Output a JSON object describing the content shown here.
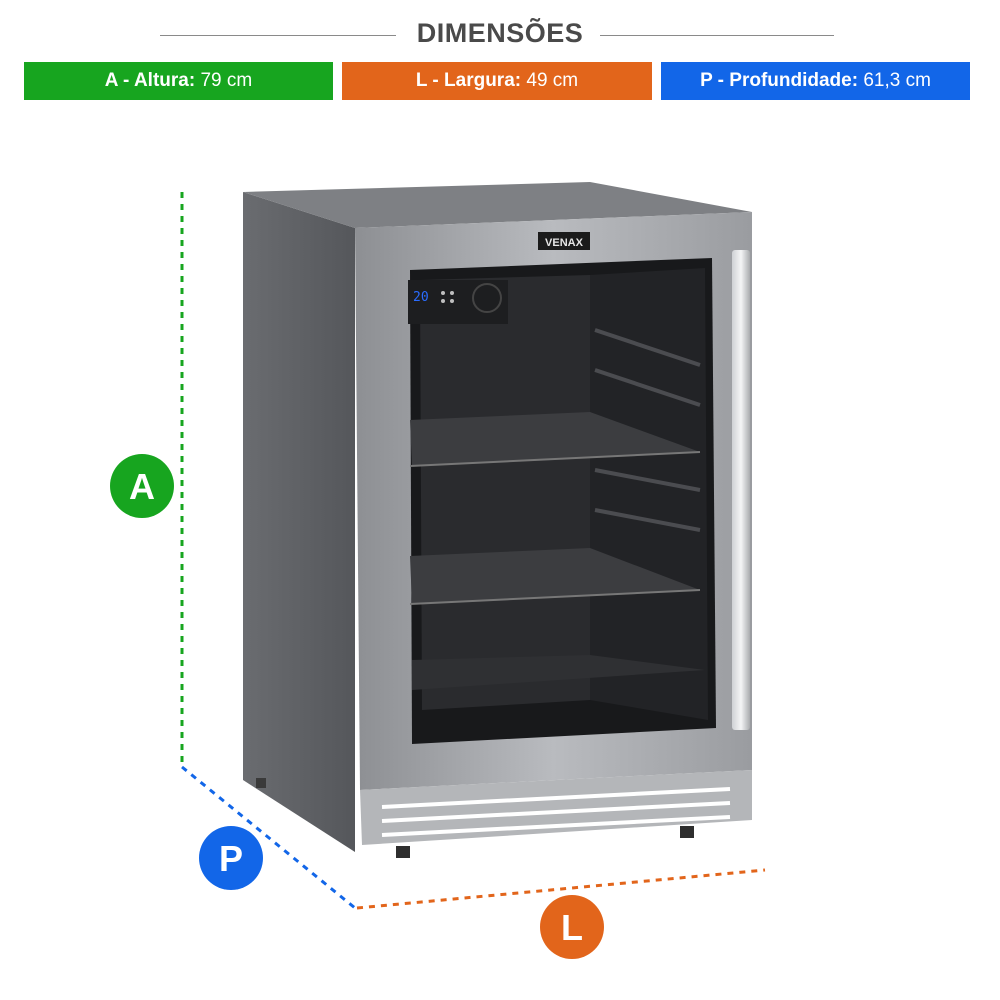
{
  "header": {
    "title": "DIMENSÕES"
  },
  "dimensions": {
    "height": {
      "label": "A - Altura:",
      "value": "79 cm",
      "letter": "A",
      "color": "#17a51f"
    },
    "width": {
      "label": "L - Largura:",
      "value": "49 cm",
      "letter": "L",
      "color": "#e2651b"
    },
    "depth": {
      "label": "P - Profundidade:",
      "value": "61,3 cm",
      "letter": "P",
      "color": "#1266e8"
    }
  },
  "product": {
    "brand": "VENAX",
    "display_temp": "20"
  }
}
